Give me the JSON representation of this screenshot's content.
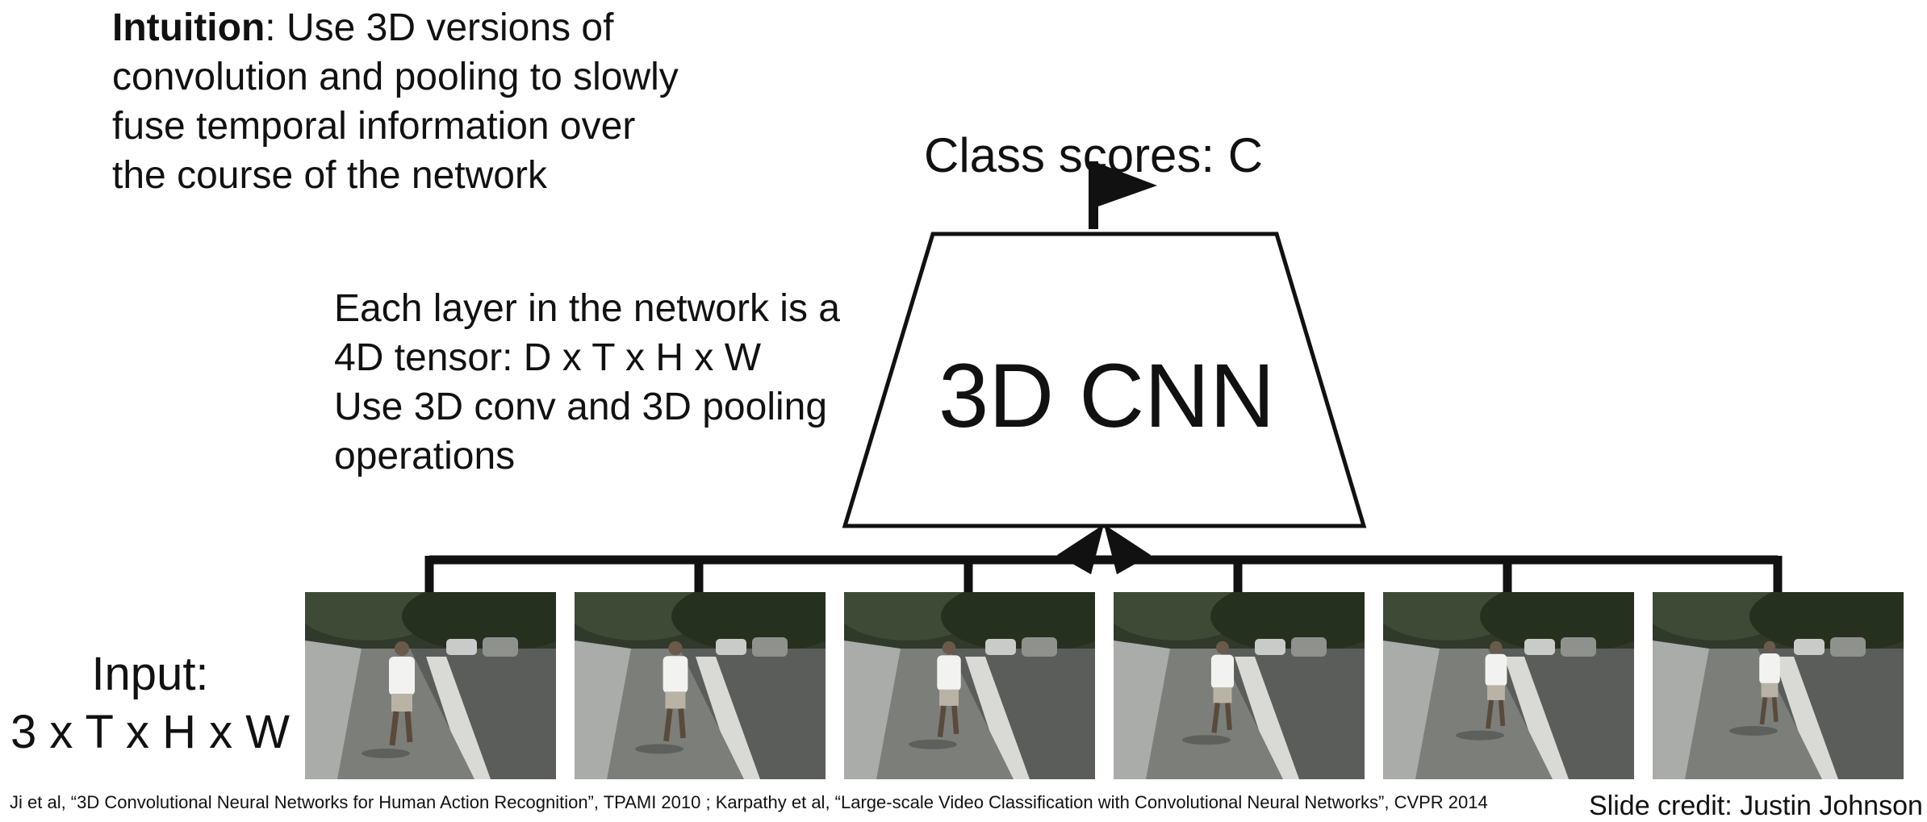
{
  "intuition": {
    "heading": "Intuition",
    "text": ": Use 3D versions of convolution and pooling to slowly fuse temporal information over the course of the network"
  },
  "layer_note": {
    "line1": "Each layer in the network is a",
    "line2": "4D tensor: D x T x H x W",
    "line3": "Use 3D conv and 3D pooling",
    "line4": "operations"
  },
  "class_scores": "Class scores: C",
  "cnn_label": "3D CNN",
  "input": {
    "line1": "Input:",
    "line2": "3 x T x H x W"
  },
  "frames": [
    {
      "name": "frame-1"
    },
    {
      "name": "frame-2"
    },
    {
      "name": "frame-3"
    },
    {
      "name": "frame-4"
    },
    {
      "name": "frame-5"
    },
    {
      "name": "frame-6"
    }
  ],
  "citation": "Ji et al, “3D Convolutional Neural Networks for Human Action Recognition”, TPAMI 2010 ; Karpathy et al, “Large-scale Video Classification with Convolutional Neural Networks”, CVPR 2014",
  "credit": "Slide credit: Justin Johnson",
  "colors": {
    "ink": "#111111",
    "background": "#ffffff",
    "foliage": "#2f3a2a",
    "road": "#5b5d5a",
    "wall": "#a9aca8",
    "shirt": "#f2f2f0"
  }
}
